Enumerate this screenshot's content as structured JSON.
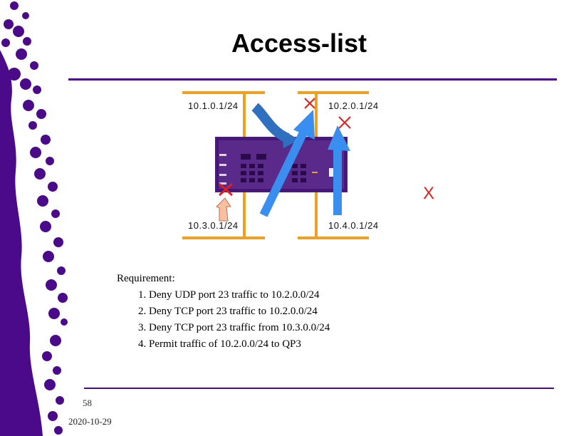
{
  "slide": {
    "title": "Access-list",
    "page_number": "58",
    "date": "2020-10-29"
  },
  "networks": {
    "top_left": "10.1.0.1/24",
    "top_right": "10.2.0.1/24",
    "bottom_left": "10.3.0.1/24",
    "bottom_right": "10.4.0.1/24"
  },
  "deny_mark": "X",
  "requirements": {
    "heading": "Requirement:",
    "items": [
      "1. Deny UDP port 23 traffic to 10.2.0.0/24",
      "2. Deny TCP port 23 traffic to 10.2.0.0/24",
      "3. Deny TCP port 23 traffic from 10.3.0.0/24",
      "4. Permit traffic of 10.2.0.0/24 to QP3"
    ]
  },
  "colors": {
    "accent_purple": "#4a0a8a",
    "network_orange": "#f0a020",
    "arrow_blue": "#3a8ef0",
    "deny_red": "#e02020",
    "arrow_peach": "#f8c0a0"
  }
}
